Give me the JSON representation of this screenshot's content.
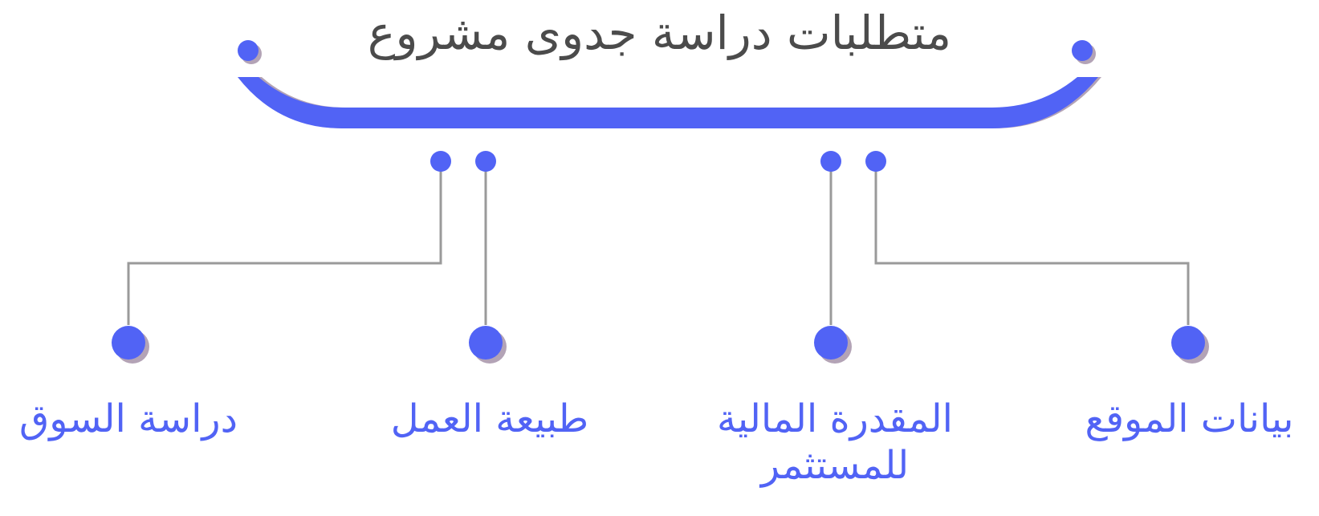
{
  "title": "متطلبات دراسة جدوى مشروع",
  "items": [
    {
      "label": "دراسة السوق"
    },
    {
      "label": "طبيعة العمل"
    },
    {
      "label": "المقدرة المالية للمستثمر"
    },
    {
      "label": "بيانات الموقع"
    }
  ],
  "colors": {
    "accent": "#5163f5",
    "shadow": "#b3a3b6",
    "connector": "#9a9a9a",
    "title": "#4b4b4b"
  }
}
